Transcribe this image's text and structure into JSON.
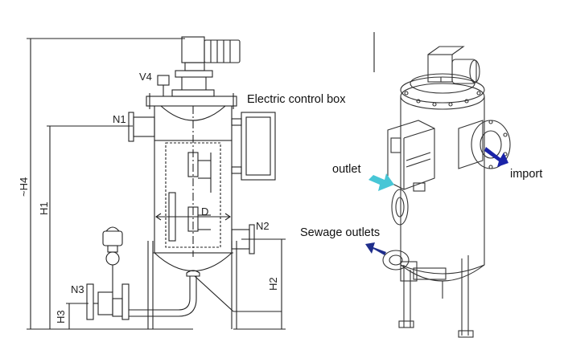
{
  "drawing": {
    "labels": {
      "v4": "V4",
      "n1": "N1",
      "n2": "N2",
      "n3": "N3",
      "d": "D",
      "h4": "~H4",
      "h1": "H1",
      "h2": "H2",
      "h3": "H3"
    }
  },
  "callouts": {
    "control_box": "Electric control box",
    "outlet": "outlet",
    "import": "import",
    "sewage": "Sewage outlets"
  },
  "colors": {
    "outlet_arrow": "#47c6d6",
    "import_arrow": "#1a23a8",
    "sewage_arrow": "#1f2e8c",
    "line": "#222222"
  }
}
